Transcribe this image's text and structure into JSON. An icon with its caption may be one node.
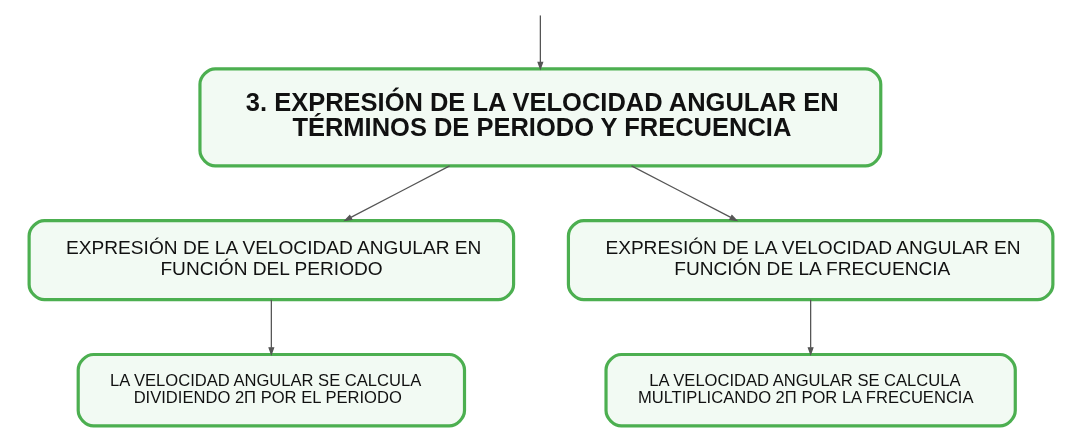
{
  "diagram": {
    "nodes": [
      {
        "text": [
          "3. EXPRESIÓN DE LA VELOCIDAD ANGULAR EN TÉRMINOS DE PERIODO Y FRECUENCIA"
        ]
      },
      {
        "text": [
          "EXPRESIÓN DE LA VELOCIDAD ANGULAR EN FUNCIÓN DEL PERIODO"
        ]
      },
      {
        "text": [
          "EXPRESIÓN DE LA VELOCIDAD ANGULAR EN FUNCIÓN DE LA FRECUENCIA"
        ]
      },
      {
        "text": [
          "LA VELOCIDAD ANGULAR SE CALCULA DIVIDIENDO 2Π POR EL PERIODO"
        ]
      },
      {
        "text": [
          "LA VELOCIDAD ANGULAR SE CALCULA MULTIPLICANDO 2Π POR LA FRECUENCIA"
        ]
      }
    ],
    "edges": [
      {
        "from": null,
        "to": 0,
        "arrow": "to"
      },
      {
        "from": 0,
        "to": 1,
        "arrow": "to"
      },
      {
        "from": 0,
        "to": 2,
        "arrow": "to"
      },
      {
        "from": 1,
        "to": 3,
        "arrow": "to"
      },
      {
        "from": 2,
        "to": 4,
        "arrow": "to"
      }
    ]
  }
}
